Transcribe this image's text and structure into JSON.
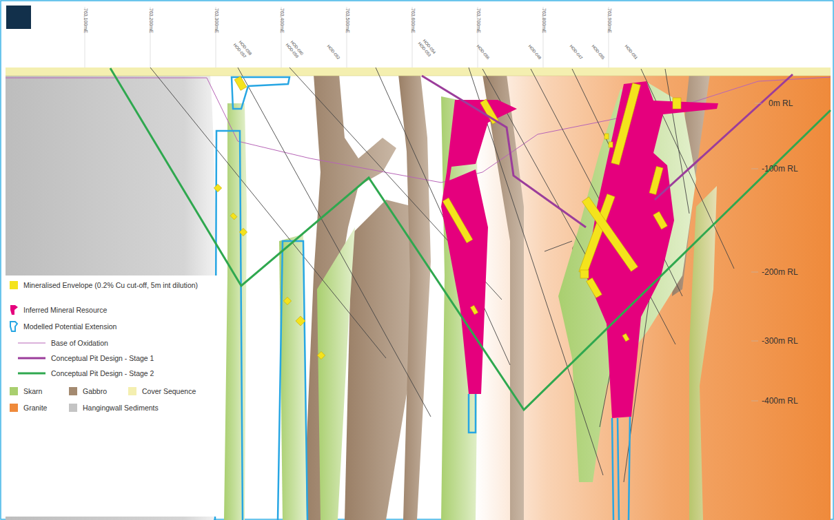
{
  "diagram": {
    "labels": [
      "763,100mE",
      "763,200mE",
      "763,300mE",
      "763,400mE",
      "763,500mE",
      "763,600mE",
      "763,700mE",
      "763,800mE",
      "763,900mE",
      "HOD-057",
      "HOD-058",
      "HOD-059",
      "HOD-060",
      "HOD-052",
      "HOD-053",
      "HOD-054",
      "HOD-056",
      "HOD-048",
      "HOD-047",
      "HOD-055",
      "HOD-051",
      "0m RL",
      "-100m RL",
      "-200m RL",
      "-300m RL",
      "-400m RL"
    ],
    "legend": [
      {
        "text": "Mineralised Envelope (0.2% Cu cut-off, 5m int dilution)",
        "color": "#f4e31c"
      },
      {
        "text": "Inferred Mineral Resource",
        "color": "#e5007d"
      },
      {
        "text": "Modelled Potential Extension"
      },
      {
        "text": "Base of Oxidation"
      },
      {
        "text": "Conceptual Pit Design - Stage 1"
      },
      {
        "text": "Conceptual Pit Design - Stage 2"
      },
      {
        "text": "Skarn",
        "color": "#a9cf6f"
      },
      {
        "text": "Gabbro",
        "color": "#a48a70"
      },
      {
        "text": "Cover Sequence",
        "color": "#f4efb0"
      },
      {
        "text": "Granite",
        "color": "#ef8a3b"
      },
      {
        "text": "Hangingwall Sediments",
        "color": "#c4c4c4"
      }
    ]
  }
}
